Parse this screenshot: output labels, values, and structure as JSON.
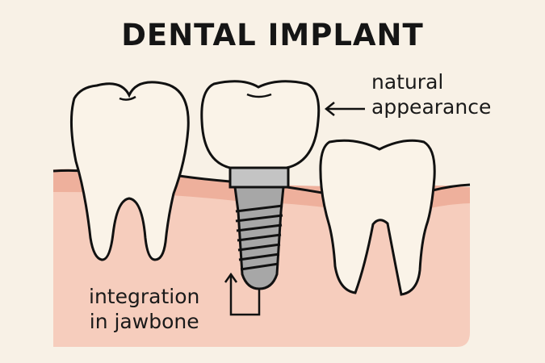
{
  "title": "DENTAL IMPLANT",
  "labels": {
    "natural_appearance": [
      "natural",
      "appearance"
    ],
    "integration": [
      "integration",
      "in jawbone"
    ]
  },
  "colors": {
    "background": "#f8f1e6",
    "gum_top": "#eeb09c",
    "gum": "#f6cdbd",
    "tooth": "#faf3e8",
    "implant": "#a7a7a7",
    "outline": "#111111"
  },
  "elements": [
    "natural-molar-left",
    "implant-crown",
    "implant-abutment",
    "implant-screw",
    "natural-molar-right",
    "gum-tissue"
  ]
}
